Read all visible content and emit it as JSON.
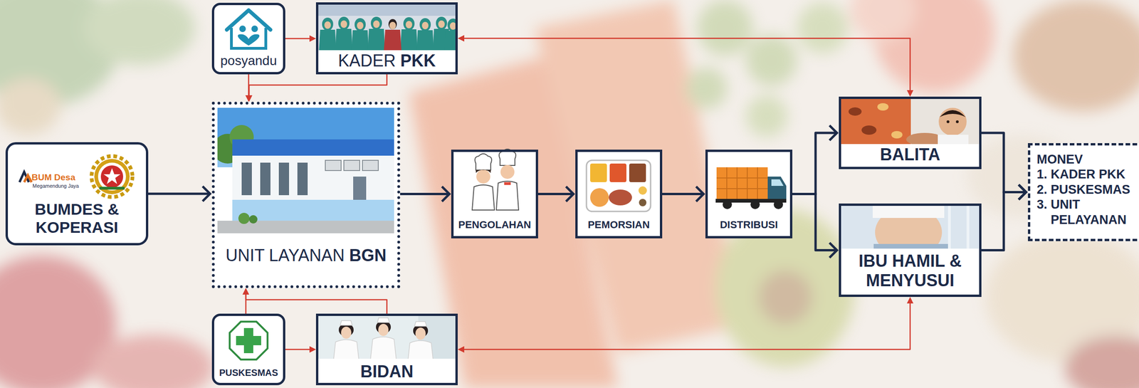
{
  "diagram": {
    "nodes": [
      {
        "text": [
          "BUMDES & KOPERASI"
        ]
      },
      {
        "text": [
          "posyandu"
        ]
      },
      {
        "text": [
          "KADER PKK"
        ]
      },
      {
        "text": [
          "UNIT LAYANAN BGN"
        ]
      },
      {
        "text": [
          "PENGOLAHAN"
        ]
      },
      {
        "text": [
          "PEMORSIAN"
        ]
      },
      {
        "text": [
          "DISTRIBUSI"
        ]
      },
      {
        "text": [
          "BALITA"
        ]
      },
      {
        "text": [
          "IBU HAMIL & MENYUSUI"
        ]
      },
      {
        "text": [
          "MONEV",
          "1. KADER PKK",
          "2. PUSKESMAS",
          "3. UNIT PELAYANAN"
        ]
      },
      {
        "text": [
          "PUSKESMAS"
        ]
      },
      {
        "text": [
          "BIDAN"
        ]
      }
    ],
    "edges": [
      {
        "from": 0,
        "to": 3,
        "arrow": "to"
      },
      {
        "from": 3,
        "to": 4,
        "arrow": "to"
      },
      {
        "from": 4,
        "to": 5,
        "arrow": "to"
      },
      {
        "from": 5,
        "to": 6,
        "arrow": "to"
      },
      {
        "from": 6,
        "to": 7,
        "arrow": "to"
      },
      {
        "from": 6,
        "to": 8,
        "arrow": "to"
      },
      {
        "from": 7,
        "to": 9,
        "arrow": "to"
      },
      {
        "from": 8,
        "to": 9,
        "arrow": "to"
      },
      {
        "from": 1,
        "to": 2,
        "arrow": "to"
      },
      {
        "from": 1,
        "to": 3,
        "arrow": "to"
      },
      {
        "from": 2,
        "to": 3,
        "arrow": "to"
      },
      {
        "from": 2,
        "to": 7,
        "arrow": "both"
      },
      {
        "from": 10,
        "to": 11,
        "arrow": "to"
      },
      {
        "from": 10,
        "to": 3,
        "arrow": "to"
      },
      {
        "from": 11,
        "to": 3,
        "arrow": "to"
      },
      {
        "from": 11,
        "to": 8,
        "arrow": "both"
      }
    ],
    "labels": [
      "BUM Desa",
      "Megamendung Jaya"
    ]
  }
}
